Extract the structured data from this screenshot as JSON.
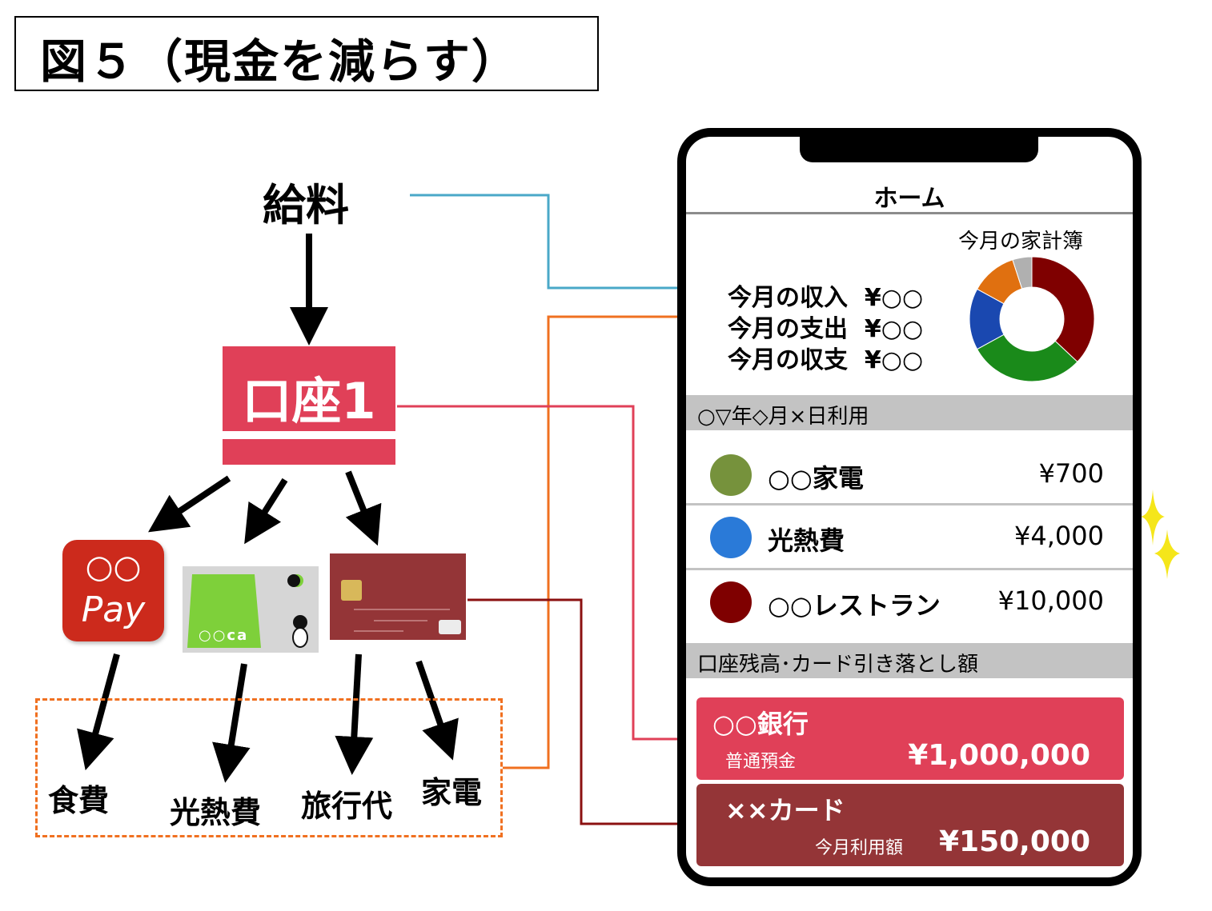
{
  "figure": {
    "title": "図５（現金を減らす）"
  },
  "flow": {
    "salary": "給料",
    "account": "口座1",
    "pay_app": {
      "top": "○○",
      "name": "Pay"
    },
    "ic_card": {
      "label": "○○ca"
    },
    "expenses": [
      "食費",
      "光熱費",
      "旅行代",
      "家電"
    ]
  },
  "phone": {
    "screen_title": "ホーム",
    "budget_label": "今月の家計簿",
    "summary": [
      {
        "label": "今月の収入",
        "value": "¥○○"
      },
      {
        "label": "今月の支出",
        "value": "¥○○"
      },
      {
        "label": "今月の収支",
        "value": "¥○○"
      }
    ],
    "donut": [
      {
        "name": "dark-red",
        "fraction": 0.37,
        "color": "#7f0000"
      },
      {
        "name": "green",
        "fraction": 0.3,
        "color": "#1a8a1a"
      },
      {
        "name": "blue",
        "fraction": 0.16,
        "color": "#1a48b0"
      },
      {
        "name": "orange",
        "fraction": 0.12,
        "color": "#e07010"
      },
      {
        "name": "gray",
        "fraction": 0.05,
        "color": "#b0b0b0"
      }
    ],
    "date_header": "○▽年◇月×日利用",
    "transactions": [
      {
        "name": "○○家電",
        "amount": "¥700",
        "color": "#76923c"
      },
      {
        "name": "光熱費",
        "amount": "¥4,000",
        "color": "#2a7ad8"
      },
      {
        "name": "○○レストラン",
        "amount": "¥10,000",
        "color": "#7f0000"
      }
    ],
    "accounts_header": "口座残高･カード引き落とし額",
    "bank": {
      "name": "○○銀行",
      "sub": "普通預金",
      "value": "¥1,000,000"
    },
    "card": {
      "name": "××カード",
      "sub": "今月利用額",
      "value": "¥150,000"
    }
  },
  "colors": {
    "account_pink": "#e04058",
    "arrow_blue": "#4aa8c8",
    "arrow_orange": "#f07020",
    "arrow_pink": "#e04058",
    "arrow_darkred": "#8b1010",
    "sparkle": "#f5e61a"
  }
}
